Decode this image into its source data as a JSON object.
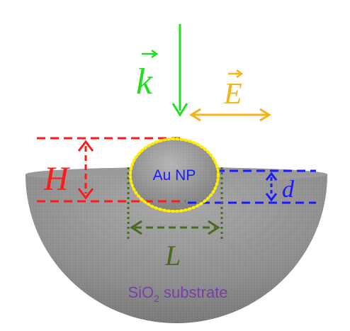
{
  "labels": {
    "wavevector": "k",
    "field": "E",
    "height": "H",
    "depth": "d",
    "length": "L",
    "particle": "Au NP",
    "substrate_prefix": "SiO",
    "substrate_subscript": "2",
    "substrate_suffix": " substrate"
  },
  "colors": {
    "wavevector": "#22dd22",
    "field": "#f5b21b",
    "height": "#ff1a1a",
    "depth": "#1a1aff",
    "length": "#4a6a1e",
    "particle_outline": "#ffee00",
    "particle_text": "#1a1aff",
    "substrate_text": "#7a3fa8",
    "substrate_fill": "#8f8f8f"
  },
  "icons": {
    "wavevector_arrow": "arrow-down-icon",
    "field_arrow": "double-arrow-horizontal-icon"
  }
}
